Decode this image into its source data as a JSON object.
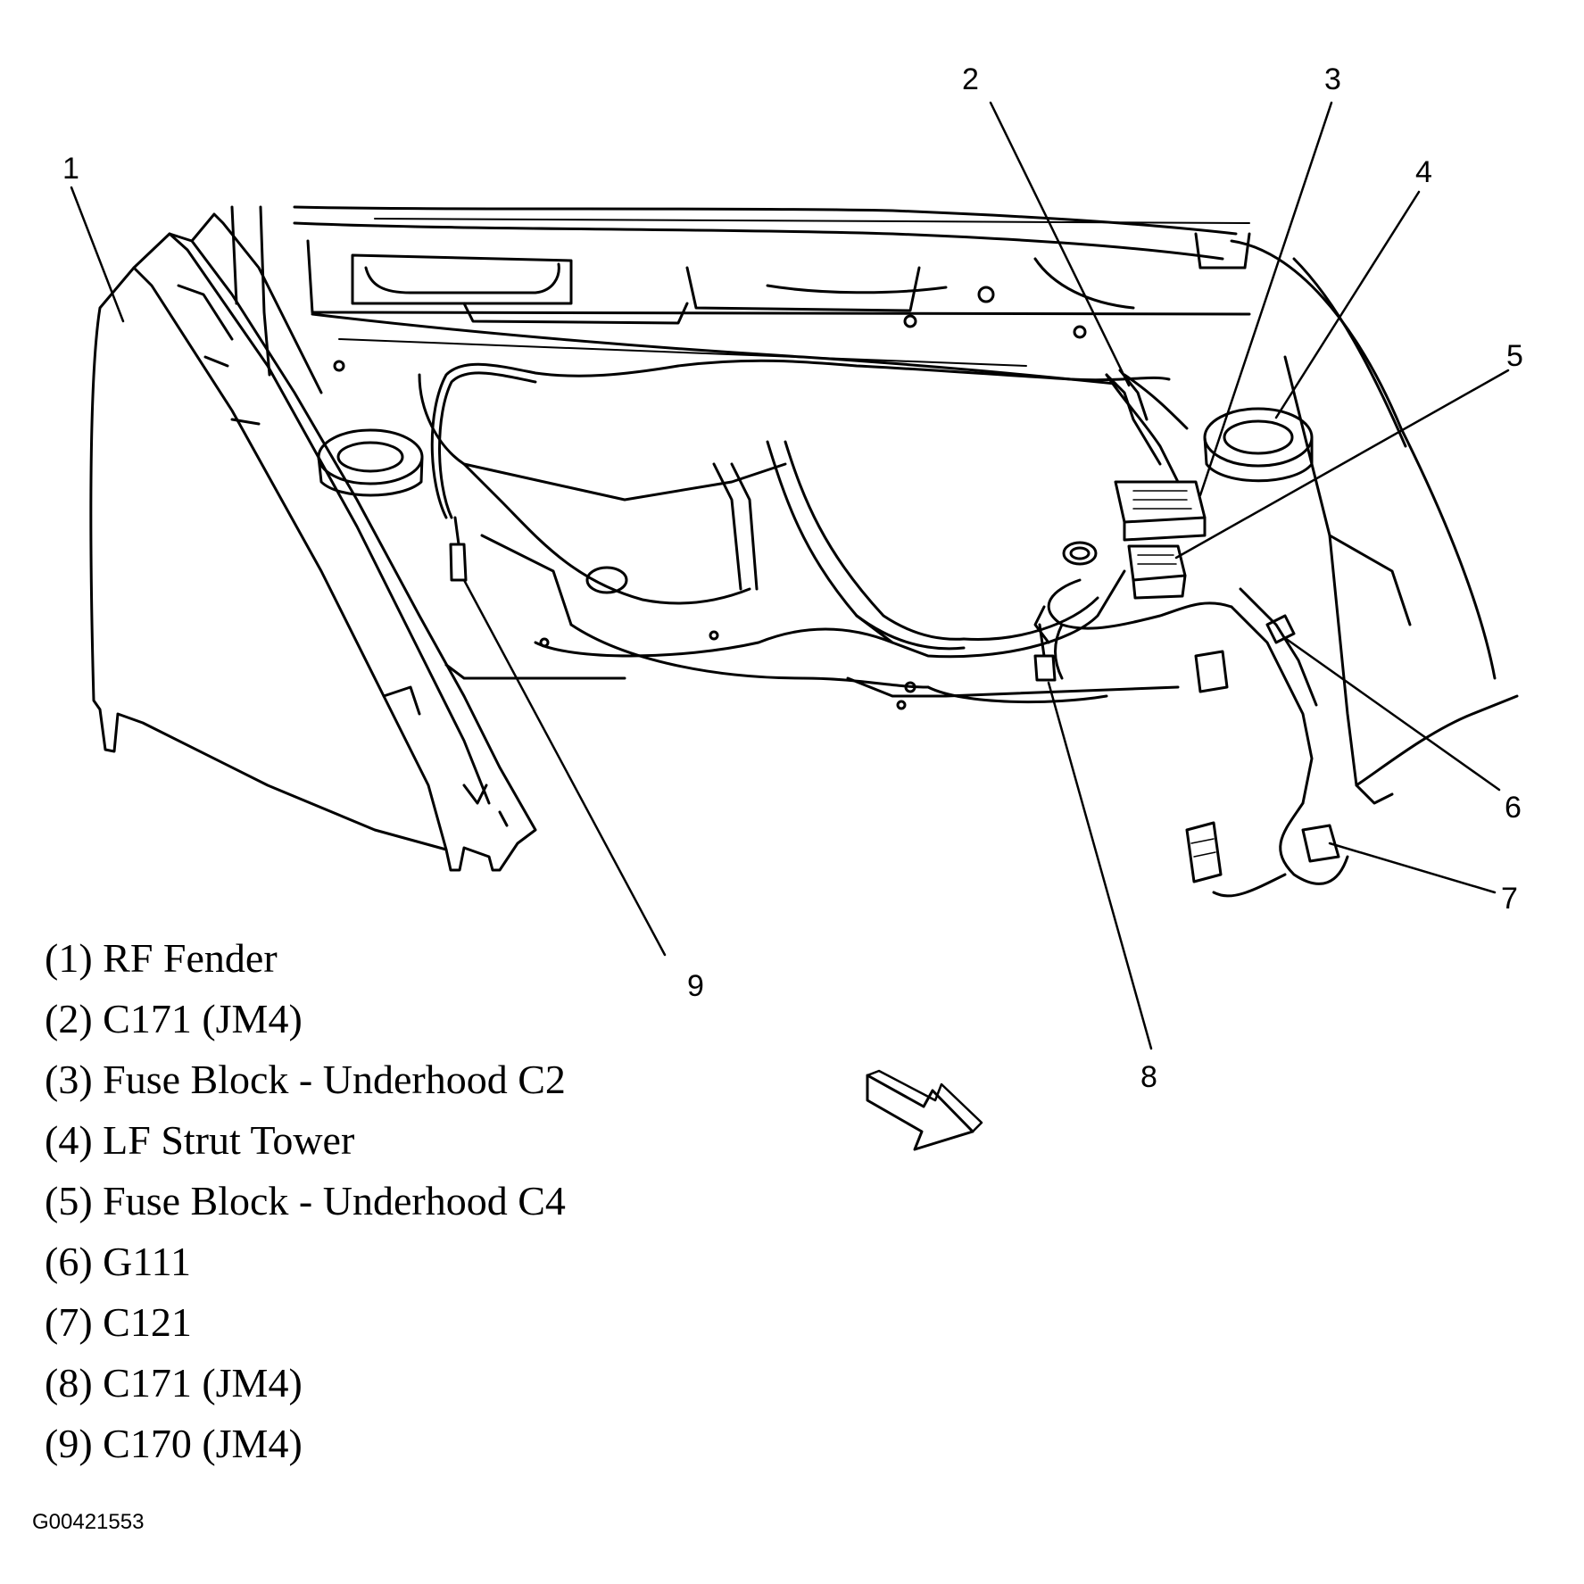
{
  "callouts": [
    {
      "number": "1",
      "label": "RF Fender"
    },
    {
      "number": "2",
      "label": "C171 (JM4)"
    },
    {
      "number": "3",
      "label": "Fuse Block - Underhood C2"
    },
    {
      "number": "4",
      "label": "LF Strut Tower"
    },
    {
      "number": "5",
      "label": "Fuse Block - Underhood C4"
    },
    {
      "number": "6",
      "label": "G111"
    },
    {
      "number": "7",
      "label": "C121"
    },
    {
      "number": "8",
      "label": "C171 (JM4)"
    },
    {
      "number": "9",
      "label": "C170 (JM4)"
    }
  ],
  "legend": [
    "(1) RF Fender",
    "(2) C171 (JM4)",
    "(3) Fuse Block - Underhood C2",
    "(4) LF Strut Tower",
    "(5) Fuse Block - Underhood C4",
    "(6) G111",
    "(7) C121",
    "(8) C171 (JM4)",
    "(9) C170 (JM4)"
  ],
  "figure_id": "G00421553",
  "colors": {
    "line": "#000000",
    "background": "#ffffff"
  },
  "icons": {
    "direction": "arrow-icon"
  }
}
